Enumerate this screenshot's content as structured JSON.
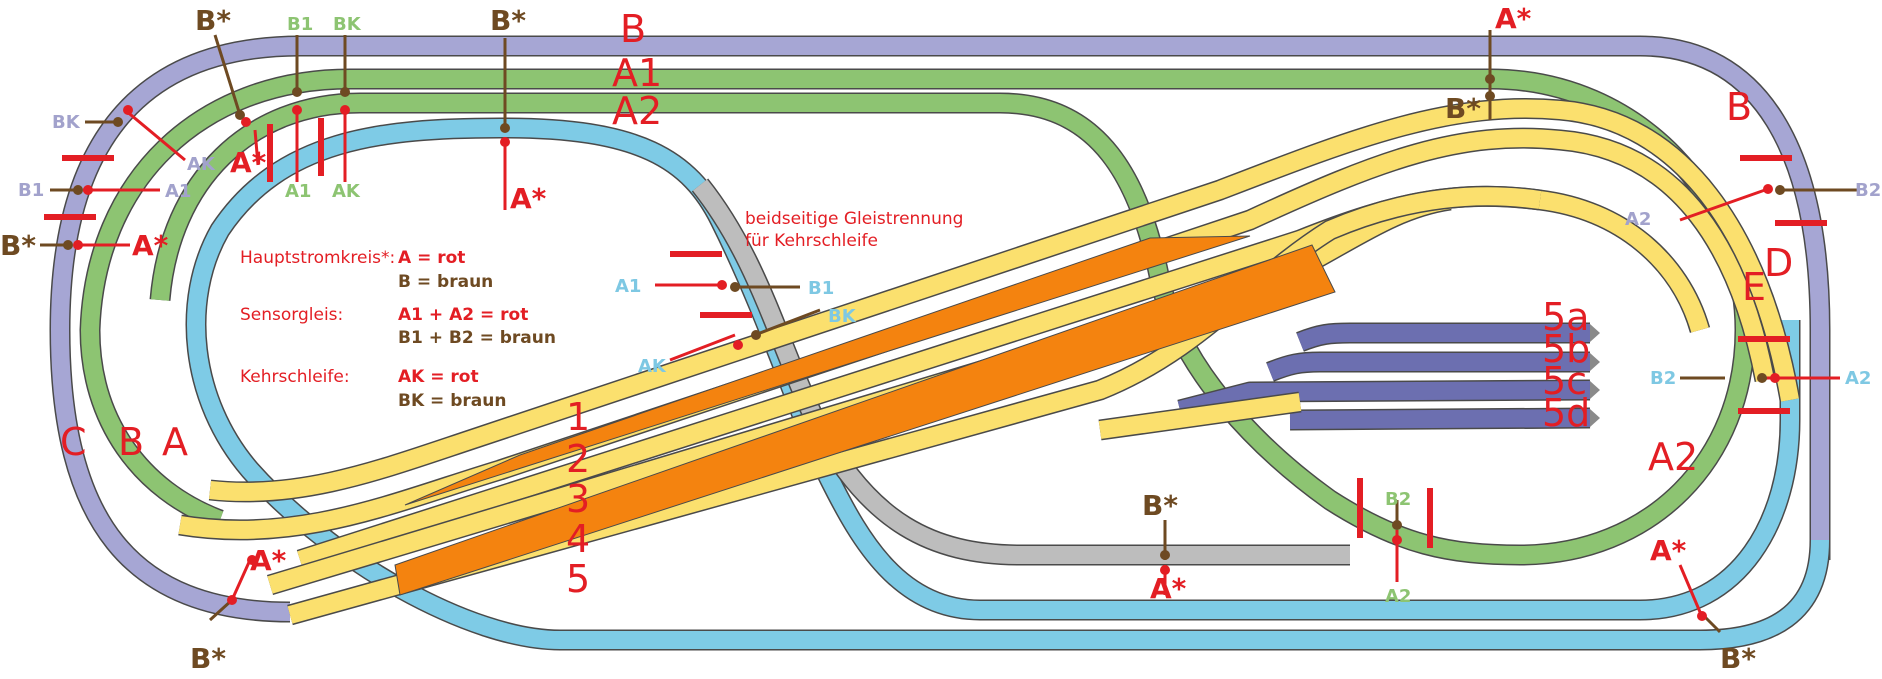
{
  "colors": {
    "outer_loop": "#a6a6d4",
    "sensor_loop": "#8dc472",
    "inner_loop": "#7ecbe6",
    "reverse_loop": "#bdbdbd",
    "station": "#fbe06e",
    "platform": "#f4830f",
    "sidings": "#6c6fb0",
    "red": "#e31e24",
    "brown": "#6e4a22"
  },
  "track_labels": {
    "top_b": "B",
    "top_a1": "A1",
    "top_a2": "A2",
    "right_b": "B",
    "right_d": "D",
    "right_e": "E",
    "right_a2": "A2",
    "left_c": "C",
    "left_b": "B",
    "left_a": "A",
    "siding_5a": "5a",
    "siding_5b": "5b",
    "siding_5c": "5c",
    "siding_5d": "5d",
    "station_1": "1",
    "station_2": "2",
    "station_3": "3",
    "station_4": "4",
    "station_5": "5"
  },
  "feeders": {
    "f1": "B*",
    "f2": "B1",
    "f3": "BK",
    "f4": "B*",
    "f5": "BK",
    "f6": "AK",
    "f7": "B1",
    "f8": "A1",
    "f9": "B*",
    "f10": "A*",
    "f11": "A*",
    "f12": "A1",
    "f13": "AK",
    "f14": "A*",
    "f15": "A*",
    "f16": "B*",
    "f17": "B2",
    "f18": "A2",
    "f19": "A1",
    "f20": "B1",
    "f21": "BK",
    "f22": "AK",
    "f23": "B2",
    "f24": "A2",
    "f25": "B*",
    "f26": "A*",
    "f27": "B2",
    "f28": "A2",
    "f29": "A*",
    "f30": "B*",
    "f31": "A*",
    "f32": "B*"
  },
  "legend": {
    "main_label": "Hauptstromkreis*:",
    "main_a": "A = rot",
    "main_b": "B = braun",
    "sensor_label": "Sensorgleis:",
    "sensor_a": "A1 + A2 = rot",
    "sensor_b": "B1 + B2 = braun",
    "reverse_label": "Kehrschleife:",
    "reverse_a": "AK = rot",
    "reverse_b": "BK = braun"
  },
  "note": {
    "line1": "beidseitige Gleistrennung",
    "line2": "für Kehrschleife"
  }
}
